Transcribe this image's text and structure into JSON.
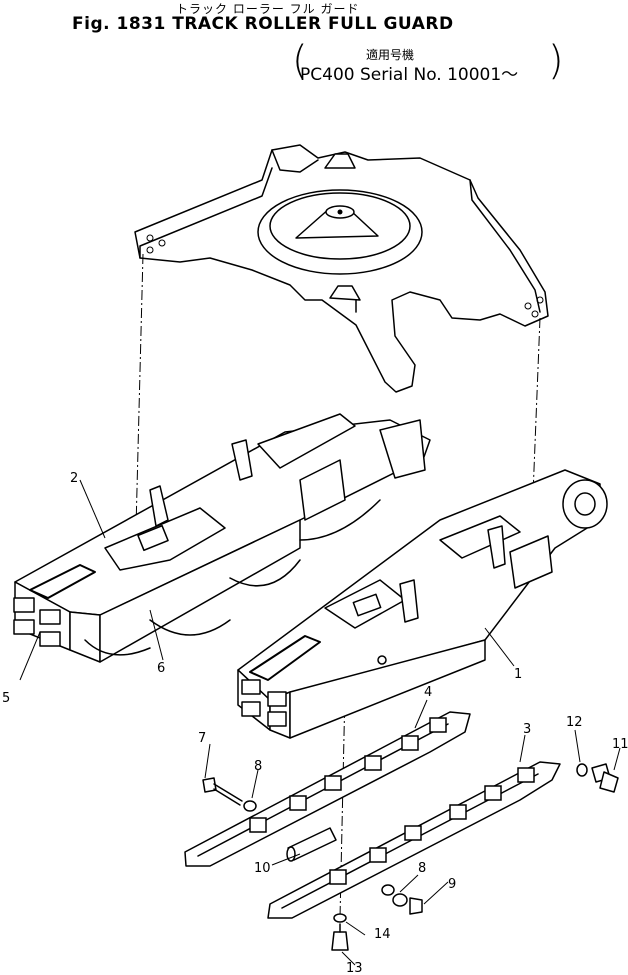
{
  "header": {
    "title_jp": "トラック ローラー フル ガード",
    "title_en": "Fig. 1831 TRACK ROLLER FULL GUARD",
    "applicable_jp": "適用号機",
    "serial": "PC400 Serial No. 10001～",
    "paren_open": "(",
    "paren_close": ")"
  },
  "callouts": [
    "1",
    "2",
    "3",
    "4",
    "5",
    "6",
    "7",
    "8",
    "9",
    "10",
    "11",
    "12",
    "13",
    "14",
    "8"
  ]
}
